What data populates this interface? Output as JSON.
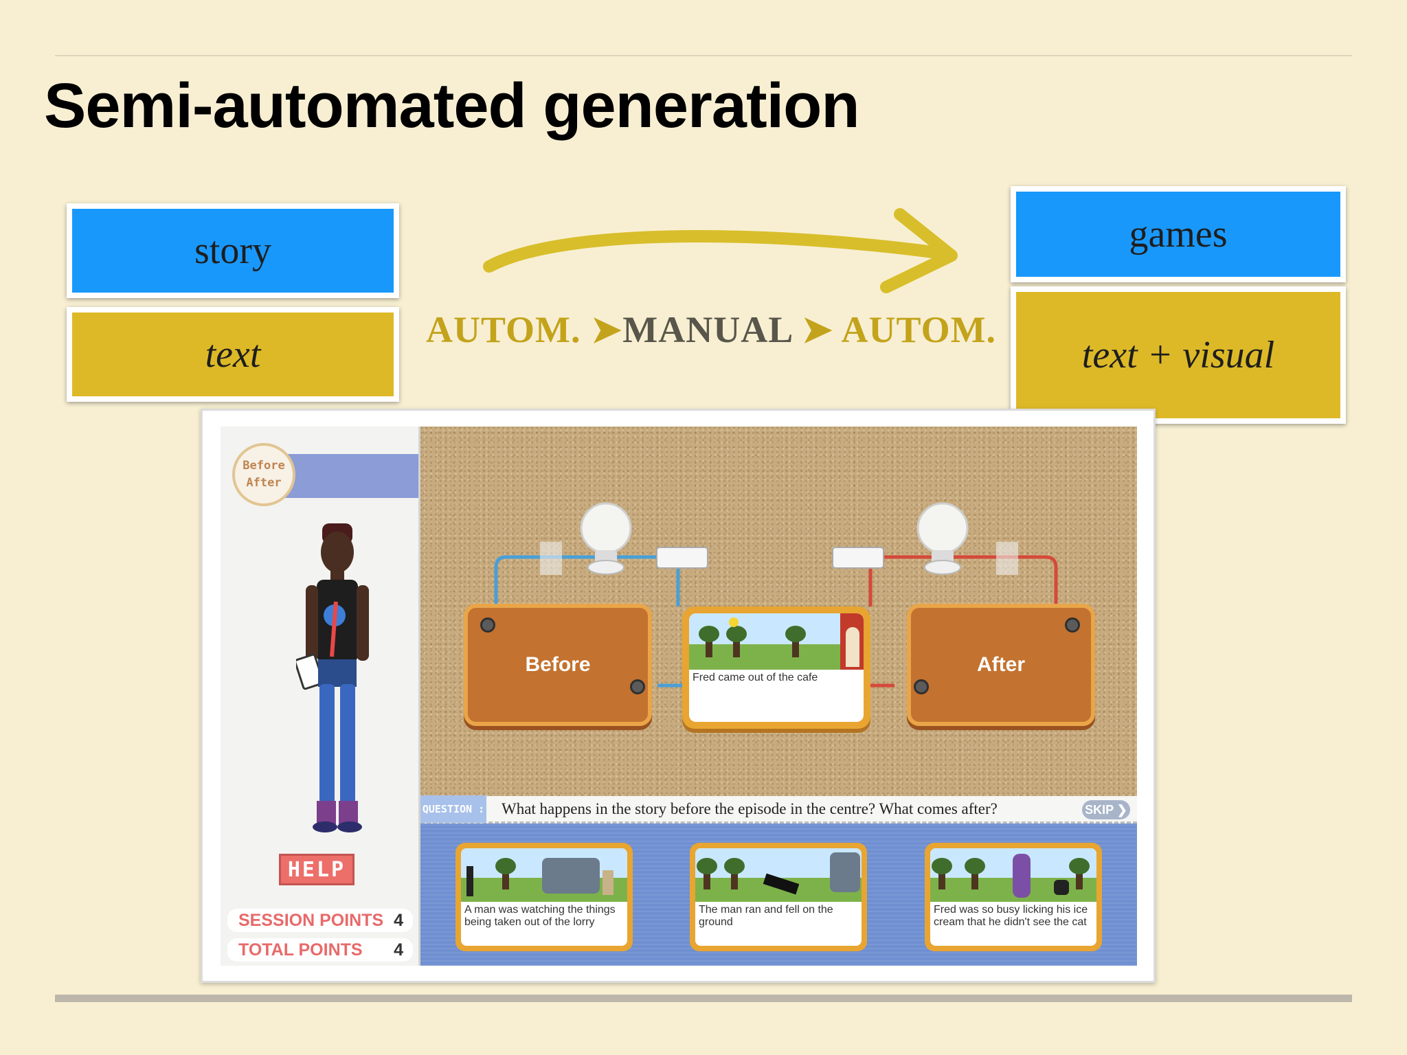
{
  "slide": {
    "title": "Semi-automated generation"
  },
  "boxes": {
    "story": "story",
    "text": "text",
    "games": "games",
    "text_visual": "text + visual"
  },
  "flow": {
    "step1": "AUTOM.",
    "arrow1": "➤",
    "step2": "MANUAL",
    "arrow2": "➤",
    "step3": "AUTOM."
  },
  "colors": {
    "blue": "#1998fb",
    "gold": "#ddb927",
    "arrow": "#d8be2a",
    "background": "#f8efd2"
  },
  "game": {
    "badge": {
      "top": "Before",
      "bottom": "After"
    },
    "help_label": "HELP",
    "points": [
      {
        "label": "SESSION POINTS",
        "value": "4"
      },
      {
        "label": "TOTAL POINTS",
        "value": "4"
      }
    ],
    "before_label": "Before",
    "after_label": "After",
    "center_caption": "Fred came out of the cafe",
    "question_tag": "QUESTION :",
    "question_text": "What happens in the story before the episode in the centre? What comes after?",
    "skip_label": "SKIP ❯",
    "options": [
      {
        "caption": "A man was watching the things being taken out of the lorry"
      },
      {
        "caption": "The man ran and fell on the ground"
      },
      {
        "caption": "Fred was so busy licking his ice cream that he didn't see the cat"
      }
    ]
  }
}
